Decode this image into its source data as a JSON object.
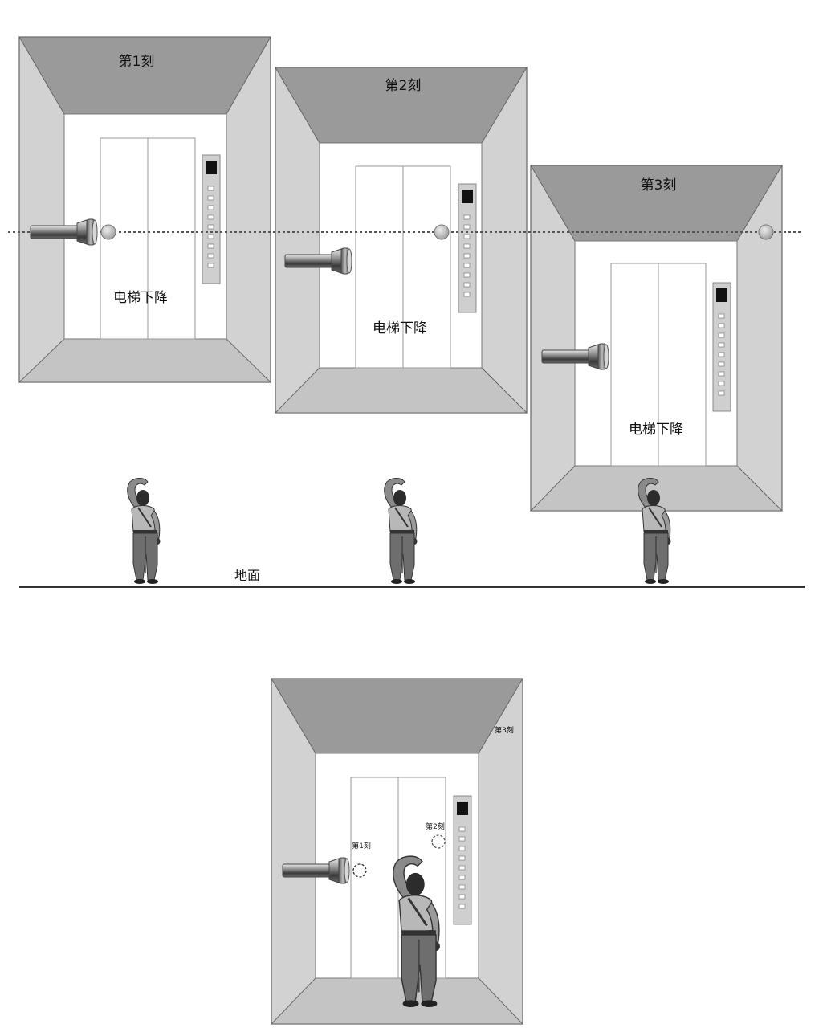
{
  "elevators": [
    {
      "moment_label": "第1刻",
      "motion_label": "电梯下降"
    },
    {
      "moment_label": "第2刻",
      "motion_label": "电梯下降"
    },
    {
      "moment_label": "第3刻",
      "motion_label": "电梯下降"
    }
  ],
  "ground_label": "地面",
  "inside_view": {
    "moment1_label": "第1刻",
    "moment2_label": "第2刻",
    "moment3_label": "第3刻"
  },
  "colors": {
    "frame_side": "#d2d2d2",
    "ceiling": "#9a9a9a",
    "floor": "#c4c4c4",
    "wall": "#ffffff",
    "stroke": "#666666",
    "beam_line": "#555555"
  }
}
